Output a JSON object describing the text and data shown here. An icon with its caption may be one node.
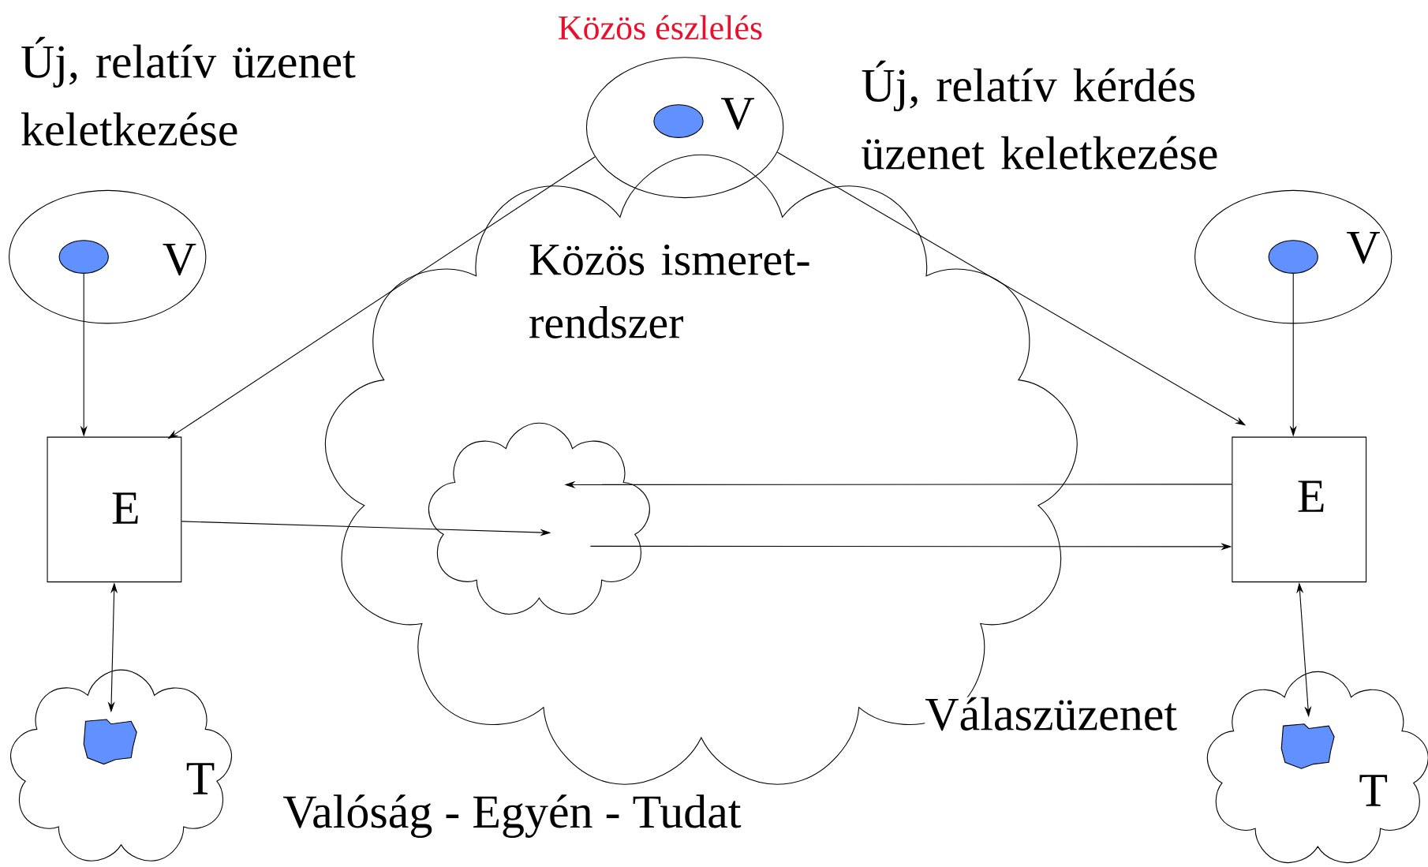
{
  "diagram": {
    "nodes": [
      {
        "text": [
          "V"
        ]
      },
      {
        "text": [],
        "shape": "circle",
        "in": 0
      },
      {
        "text": [
          "Közös észlelés",
          "V"
        ]
      },
      {
        "text": [],
        "shape": "circle",
        "in": 2
      },
      {
        "text": [
          "V"
        ]
      },
      {
        "text": [],
        "shape": "circle",
        "in": 4
      },
      {
        "text": [
          "E"
        ]
      },
      {
        "text": [
          "Közös ismeret-rendszer"
        ]
      },
      {
        "text": [],
        "shape": "cloud",
        "in": 7
      },
      {
        "text": [
          "E"
        ]
      },
      {
        "text": [
          "T"
        ]
      },
      {
        "text": [],
        "shape": "blob",
        "in": 10
      },
      {
        "text": [
          "T"
        ]
      },
      {
        "text": [],
        "shape": "blob",
        "in": 12
      }
    ],
    "edges": [
      {
        "from": 1,
        "to": 6,
        "arrow": "to"
      },
      {
        "from": 2,
        "to": 6,
        "arrow": "to"
      },
      {
        "from": 2,
        "to": 9,
        "arrow": "to"
      },
      {
        "from": 5,
        "to": 9,
        "arrow": "to"
      },
      {
        "from": 6,
        "to": 8,
        "arrow": "to"
      },
      {
        "from": 9,
        "to": 8,
        "arrow": "to"
      },
      {
        "from": 8,
        "to": 9,
        "arrow": "to"
      },
      {
        "from": 6,
        "to": 11,
        "arrow": "both"
      },
      {
        "from": 9,
        "to": 13,
        "arrow": "both"
      }
    ],
    "labels": [
      "Új, relatív üzenet keletkezése",
      "Új, relatív kérdés üzenet keletkezése",
      "Válaszüzenet",
      "Valóság - Egyén - Tudat"
    ]
  }
}
